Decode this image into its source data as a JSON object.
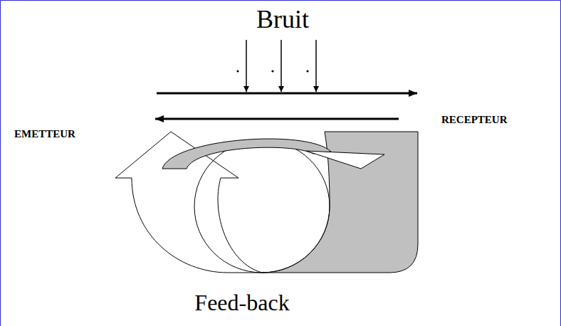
{
  "diagram": {
    "labels": [
      "Bruit",
      "EMETTEUR",
      "RECEPTEUR",
      "Feed-back"
    ]
  }
}
